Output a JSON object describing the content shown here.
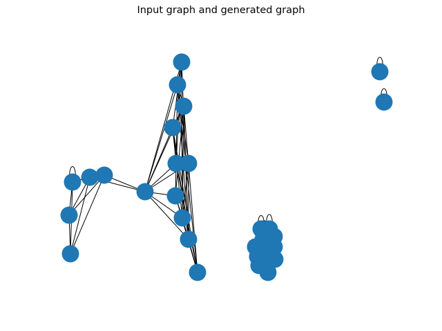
{
  "figure": {
    "title": "Input graph and generated graph"
  },
  "colors": {
    "node": "#1f77b4",
    "edge": "#000000",
    "background": "#ffffff"
  },
  "graph": {
    "node_count": 34,
    "components": [
      {
        "id": "large",
        "node_count": 17,
        "has_self_loops": true
      },
      {
        "id": "dense-cluster",
        "node_count": 15,
        "has_self_loops": true
      },
      {
        "id": "pair-a",
        "node_count": 1,
        "has_self_loops": true
      },
      {
        "id": "pair-b",
        "node_count": 1,
        "has_self_loops": true
      }
    ]
  }
}
